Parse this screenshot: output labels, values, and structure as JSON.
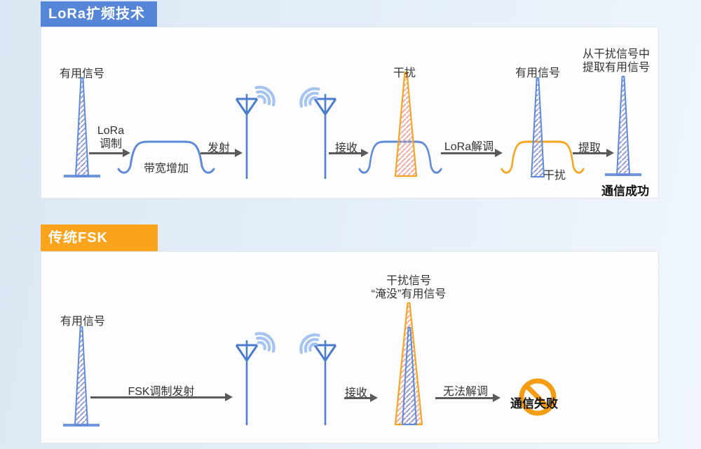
{
  "colors": {
    "background_left": "#dbe7f4",
    "background_right": "#f0f6fc",
    "panel": "#fdfdfd",
    "lora_accent": "#5585d6",
    "fsk_accent": "#f9a41c",
    "signal_blue": "#5e8ad9",
    "signal_hatch_blue": "#8d96d8",
    "baseline_blue": "#6f97de",
    "antenna_blue": "#4a7ccd",
    "wave_light_blue": "#a6c4f0",
    "interference_orange": "#f5a623",
    "interference_hatch": "#f2a39b",
    "no_entry_orange": "#f49d12",
    "arrow_gray": "#5a5a5a",
    "text": "#333333"
  },
  "icons": {
    "antenna": "antenna-icon",
    "radio_waves": "radio-waves-icon",
    "signal_spike": "signal-spike-icon",
    "spread_curve": "spread-spectrum-curve-icon",
    "no_entry": "no-entry-icon"
  },
  "lora_section": {
    "title": "LoRa扩频技术",
    "useful_signal_label": "有用信号",
    "modulation_label_line1": "LoRa",
    "modulation_label_line2": "调制",
    "bandwidth_label": "带宽增加",
    "transmit_label": "发射",
    "receive_label": "接收",
    "interference_label": "干扰",
    "demodulation_label": "LoRa解调",
    "useful_signal2_label": "有用信号",
    "interference2_label": "干扰",
    "extract_label": "提取",
    "extract_note_line1": "从干扰信号中",
    "extract_note_line2": "提取有用信号",
    "result_label": "通信成功"
  },
  "fsk_section": {
    "title": "传统FSK",
    "useful_signal_label": "有用信号",
    "modulate_transmit_label": "FSK调制发射",
    "receive_label": "接收",
    "drown_note_line1": "干扰信号",
    "drown_note_line2": "“淹没”有用信号",
    "cannot_demodulate_label": "无法解调",
    "result_label": "通信失败"
  }
}
